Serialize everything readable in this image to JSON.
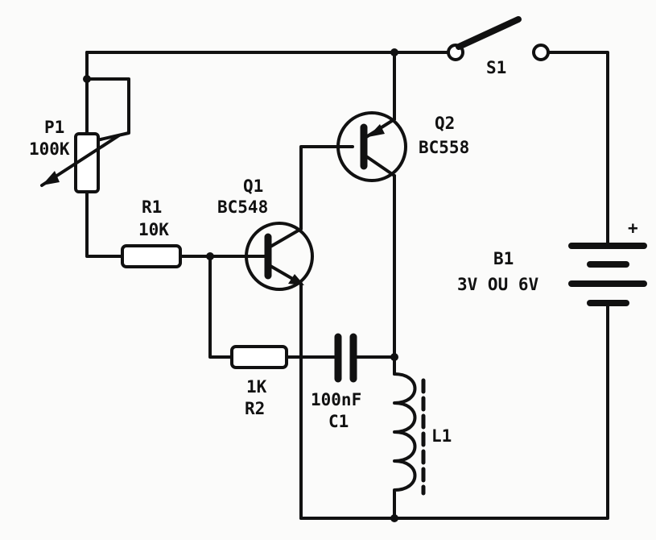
{
  "components": {
    "p1": {
      "designator": "P1",
      "value": "100K"
    },
    "r1": {
      "designator": "R1",
      "value": "10K"
    },
    "r2": {
      "designator": "R2",
      "value": "1K"
    },
    "c1": {
      "designator": "C1",
      "value": "100nF"
    },
    "q1": {
      "designator": "Q1",
      "value": "BC548"
    },
    "q2": {
      "designator": "Q2",
      "value": "BC558"
    },
    "l1": {
      "designator": "L1"
    },
    "s1": {
      "designator": "S1"
    },
    "b1": {
      "designator": "B1",
      "value": "3V OU 6V",
      "polarity": "+"
    }
  }
}
